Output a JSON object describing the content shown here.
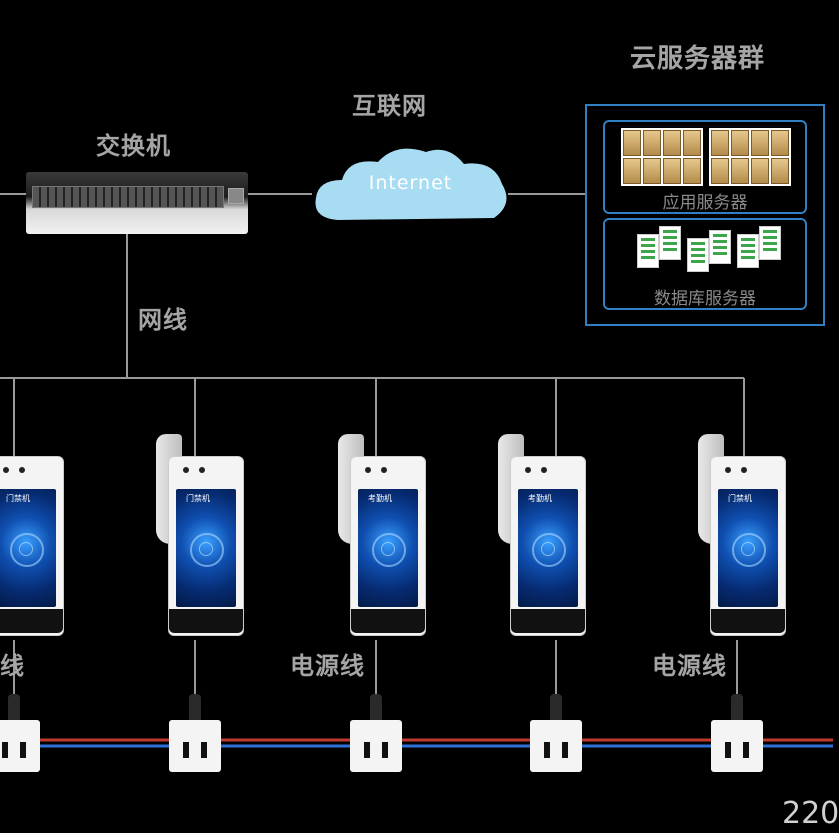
{
  "labels": {
    "cloud_cluster": "云服务器群",
    "internet_cn": "互联网",
    "switch": "交换机",
    "internet_en": "Internet",
    "network_cable": "网线",
    "app_servers": "应用服务器",
    "db_servers": "数据库服务器",
    "power_cable": "电源线",
    "power_cable_partial": "线",
    "footer_number": "220"
  },
  "terminals": [
    {
      "screen_text": "门禁机"
    },
    {
      "screen_text": "门禁机"
    },
    {
      "screen_text": "考勤机"
    },
    {
      "screen_text": "考勤机"
    },
    {
      "screen_text": "门禁机"
    }
  ],
  "colors": {
    "background": "#000000",
    "wire": "#9a9a9a",
    "cluster_border": "#2f7fc2",
    "cloud": "#a8dcf2",
    "power_red": "#c0392b",
    "power_blue": "#2e6fd6"
  },
  "icons": [
    "network-switch-icon",
    "internet-cloud-icon",
    "app-server-boxes-icon",
    "db-server-rack-icon",
    "face-terminal-icon",
    "power-socket-icon",
    "power-plug-icon"
  ]
}
